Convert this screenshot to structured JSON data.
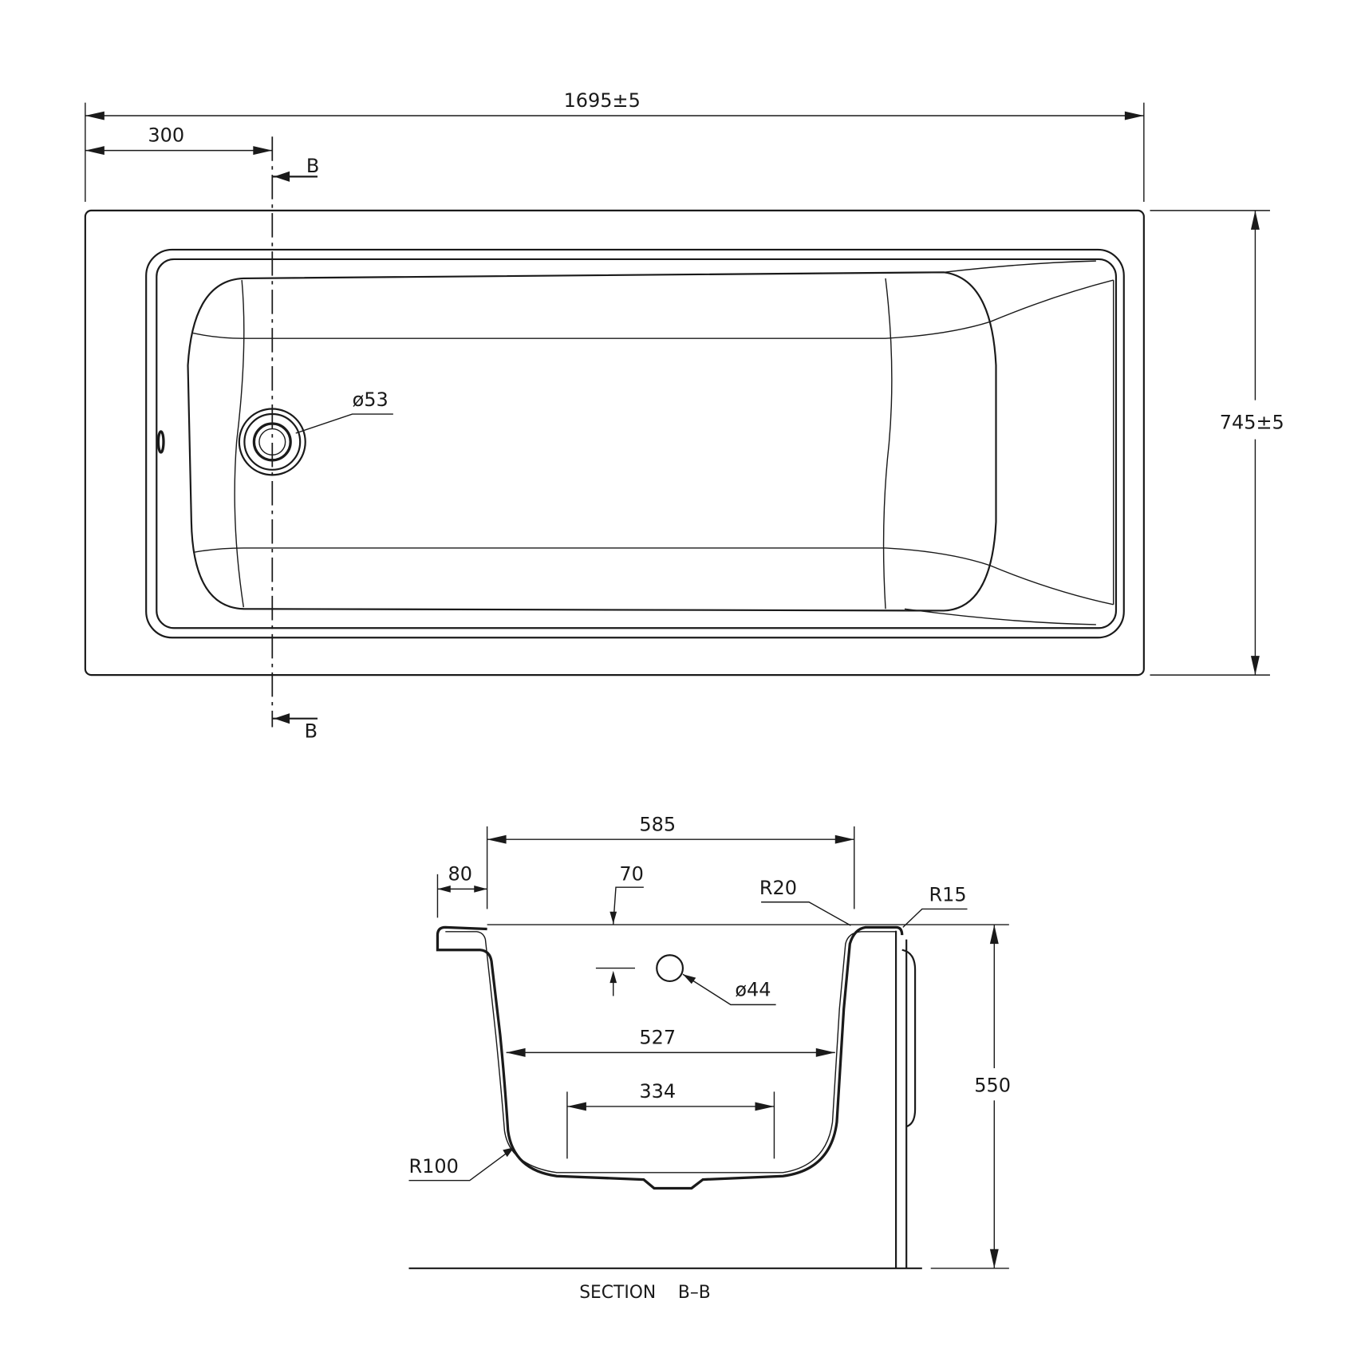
{
  "top_view": {
    "overall_length": "1695±5",
    "overall_width": "745±5",
    "drain_offset": "300",
    "drain_diameter": "ø53",
    "section_marker_top": "B",
    "section_marker_bottom": "B"
  },
  "section_view": {
    "top_width": "585",
    "rim_width": "80",
    "rim_depth_ref": "70",
    "radius_top_inner": "R20",
    "radius_top_outer": "R15",
    "overflow_diameter": "ø44",
    "mid_width": "527",
    "bottom_width": "334",
    "height": "550",
    "radius_bottom": "R100",
    "title": "SECTION    B–B"
  }
}
